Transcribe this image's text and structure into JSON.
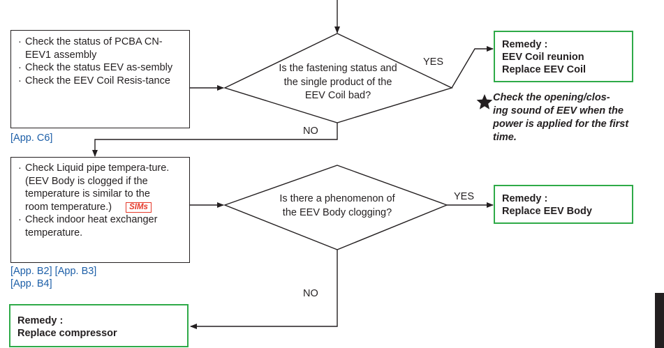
{
  "step1": {
    "checks": [
      "Check the status of PCBA CN-EEV1 assembly",
      "Check the status EEV as-sembly",
      "Check the EEV Coil Resis-tance"
    ],
    "ref": "[App. C6]",
    "question": [
      "Is the fastening status and",
      "the single product of the",
      "EEV Coil bad?"
    ],
    "yes_label": "YES",
    "no_label": "NO",
    "remedy": {
      "title": "Remedy :",
      "lines": [
        "EEV Coil reunion",
        "Replace EEV Coil"
      ]
    },
    "note_icon": "star-icon",
    "note": [
      "Check the opening/clos-",
      "ing sound of EEV when the",
      "power is applied for the first",
      "time."
    ]
  },
  "step2": {
    "check_lines": {
      "a": "Check Liquid pipe tempera-ture.",
      "paren": [
        "(EEV Body is clogged if the",
        "temperature is similar to the",
        "room temperature.)"
      ],
      "sims_label": "SIMs",
      "b": "Check indoor heat exchanger temperature."
    },
    "refs": [
      "[App. B2] [App. B3]",
      "[App. B4]"
    ],
    "question": [
      "Is there a phenomenon of",
      "the EEV Body clogging?"
    ],
    "yes_label": "YES",
    "no_label": "NO",
    "remedy": {
      "title": "Remedy :",
      "lines": [
        "Replace EEV Body"
      ]
    }
  },
  "final_remedy": {
    "title": "Remedy :",
    "lines": [
      "Replace compressor"
    ]
  },
  "colors": {
    "remedy_border": "#2eaa48",
    "reference_text": "#1d5fa8",
    "sims_badge": "#e5392a",
    "lines": "#231f20"
  }
}
